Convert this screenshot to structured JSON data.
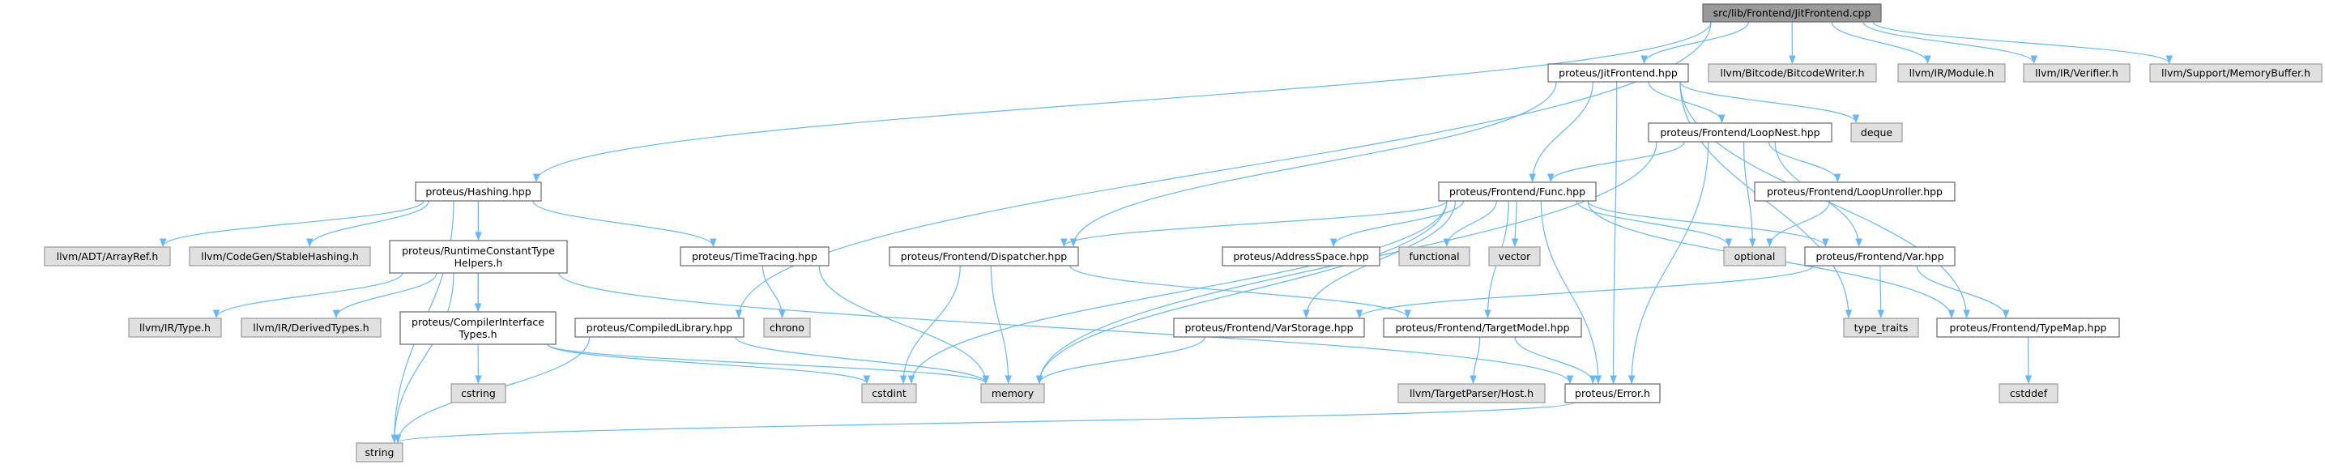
{
  "graph": {
    "edge_color": "#63b8ff",
    "nodes": [
      {
        "id": "root",
        "kind": "root",
        "lines": [
          "src/lib/Frontend/JitFrontend.cpp"
        ]
      },
      {
        "id": "jitfrontend_hpp",
        "kind": "file",
        "lines": [
          "proteus/JitFrontend.hpp"
        ]
      },
      {
        "id": "bitcodewriter",
        "kind": "ext",
        "lines": [
          "llvm/Bitcode/BitcodeWriter.h"
        ]
      },
      {
        "id": "module",
        "kind": "ext",
        "lines": [
          "llvm/IR/Module.h"
        ]
      },
      {
        "id": "verifier",
        "kind": "ext",
        "lines": [
          "llvm/IR/Verifier.h"
        ]
      },
      {
        "id": "memorybuffer",
        "kind": "ext",
        "lines": [
          "llvm/Support/MemoryBuffer.h"
        ]
      },
      {
        "id": "loopnest",
        "kind": "file",
        "lines": [
          "proteus/Frontend/LoopNest.hpp"
        ]
      },
      {
        "id": "deque",
        "kind": "ext",
        "lines": [
          "deque"
        ]
      },
      {
        "id": "func",
        "kind": "file",
        "lines": [
          "proteus/Frontend/Func.hpp"
        ]
      },
      {
        "id": "loopunroller",
        "kind": "file",
        "lines": [
          "proteus/Frontend/LoopUnroller.hpp"
        ]
      },
      {
        "id": "hashing",
        "kind": "file",
        "lines": [
          "proteus/Hashing.hpp"
        ]
      },
      {
        "id": "arrayref",
        "kind": "ext",
        "lines": [
          "llvm/ADT/ArrayRef.h"
        ]
      },
      {
        "id": "stablehashing",
        "kind": "ext",
        "lines": [
          "llvm/CodeGen/StableHashing.h"
        ]
      },
      {
        "id": "rcth",
        "kind": "file",
        "lines": [
          "proteus/RuntimeConstantType",
          "Helpers.h"
        ]
      },
      {
        "id": "timetracing",
        "kind": "file",
        "lines": [
          "proteus/TimeTracing.hpp"
        ]
      },
      {
        "id": "dispatcher",
        "kind": "file",
        "lines": [
          "proteus/Frontend/Dispatcher.hpp"
        ]
      },
      {
        "id": "addressspace",
        "kind": "file",
        "lines": [
          "proteus/AddressSpace.hpp"
        ]
      },
      {
        "id": "functional",
        "kind": "ext",
        "lines": [
          "functional"
        ]
      },
      {
        "id": "vector",
        "kind": "ext",
        "lines": [
          "vector"
        ]
      },
      {
        "id": "optional",
        "kind": "ext",
        "lines": [
          "optional"
        ]
      },
      {
        "id": "var",
        "kind": "file",
        "lines": [
          "proteus/Frontend/Var.hpp"
        ]
      },
      {
        "id": "type_h",
        "kind": "ext",
        "lines": [
          "llvm/IR/Type.h"
        ]
      },
      {
        "id": "derivedtypes",
        "kind": "ext",
        "lines": [
          "llvm/IR/DerivedTypes.h"
        ]
      },
      {
        "id": "cit",
        "kind": "file",
        "lines": [
          "proteus/CompilerInterface",
          "Types.h"
        ]
      },
      {
        "id": "compiledlibrary",
        "kind": "file",
        "lines": [
          "proteus/CompiledLibrary.hpp"
        ]
      },
      {
        "id": "chrono",
        "kind": "ext",
        "lines": [
          "chrono"
        ]
      },
      {
        "id": "varstorage",
        "kind": "file",
        "lines": [
          "proteus/Frontend/VarStorage.hpp"
        ]
      },
      {
        "id": "targetmodel",
        "kind": "file",
        "lines": [
          "proteus/Frontend/TargetModel.hpp"
        ]
      },
      {
        "id": "type_traits",
        "kind": "ext",
        "lines": [
          "type_traits"
        ]
      },
      {
        "id": "typemap",
        "kind": "file",
        "lines": [
          "proteus/Frontend/TypeMap.hpp"
        ]
      },
      {
        "id": "cstring",
        "kind": "ext",
        "lines": [
          "cstring"
        ]
      },
      {
        "id": "cstdint",
        "kind": "ext",
        "lines": [
          "cstdint"
        ]
      },
      {
        "id": "memory",
        "kind": "ext",
        "lines": [
          "memory"
        ]
      },
      {
        "id": "host",
        "kind": "ext",
        "lines": [
          "llvm/TargetParser/Host.h"
        ]
      },
      {
        "id": "error",
        "kind": "file",
        "lines": [
          "proteus/Error.h"
        ]
      },
      {
        "id": "cstddef",
        "kind": "ext",
        "lines": [
          "cstddef"
        ]
      },
      {
        "id": "string",
        "kind": "ext",
        "lines": [
          "string"
        ]
      }
    ],
    "edges": [
      [
        "root",
        "jitfrontend_hpp"
      ],
      [
        "root",
        "bitcodewriter"
      ],
      [
        "root",
        "module"
      ],
      [
        "root",
        "verifier"
      ],
      [
        "root",
        "memorybuffer"
      ],
      [
        "root",
        "hashing"
      ],
      [
        "root",
        "compiledlibrary"
      ],
      [
        "jitfrontend_hpp",
        "loopnest"
      ],
      [
        "jitfrontend_hpp",
        "deque"
      ],
      [
        "jitfrontend_hpp",
        "func"
      ],
      [
        "jitfrontend_hpp",
        "dispatcher"
      ],
      [
        "jitfrontend_hpp",
        "error"
      ],
      [
        "jitfrontend_hpp",
        "typemap"
      ],
      [
        "jitfrontend_hpp",
        "type_traits"
      ],
      [
        "loopnest",
        "func"
      ],
      [
        "loopnest",
        "memory"
      ],
      [
        "loopnest",
        "optional"
      ],
      [
        "loopnest",
        "loopunroller"
      ],
      [
        "loopnest",
        "var"
      ],
      [
        "loopnest",
        "error"
      ],
      [
        "loopunroller",
        "optional"
      ],
      [
        "func",
        "cstdint"
      ],
      [
        "func",
        "dispatcher"
      ],
      [
        "func",
        "memory"
      ],
      [
        "func",
        "varstorage"
      ],
      [
        "func",
        "addressspace"
      ],
      [
        "func",
        "functional"
      ],
      [
        "func",
        "vector"
      ],
      [
        "func",
        "optional"
      ],
      [
        "func",
        "var"
      ],
      [
        "func",
        "targetmodel"
      ],
      [
        "func",
        "error"
      ],
      [
        "func",
        "typemap"
      ],
      [
        "hashing",
        "string"
      ],
      [
        "hashing",
        "arrayref"
      ],
      [
        "hashing",
        "stablehashing"
      ],
      [
        "hashing",
        "rcth"
      ],
      [
        "hashing",
        "cit"
      ],
      [
        "hashing",
        "timetracing"
      ],
      [
        "rcth",
        "string"
      ],
      [
        "rcth",
        "type_h"
      ],
      [
        "rcth",
        "derivedtypes"
      ],
      [
        "rcth",
        "cit"
      ],
      [
        "rcth",
        "error"
      ],
      [
        "cit",
        "cstring"
      ],
      [
        "cit",
        "cstdint"
      ],
      [
        "cit",
        "memory"
      ],
      [
        "compiledlibrary",
        "string"
      ],
      [
        "compiledlibrary",
        "memory"
      ],
      [
        "timetracing",
        "chrono"
      ],
      [
        "timetracing",
        "memory"
      ],
      [
        "dispatcher",
        "cstdint"
      ],
      [
        "dispatcher",
        "memory"
      ],
      [
        "dispatcher",
        "targetmodel"
      ],
      [
        "var",
        "varstorage"
      ],
      [
        "var",
        "type_traits"
      ],
      [
        "var",
        "typemap"
      ],
      [
        "varstorage",
        "memory"
      ],
      [
        "targetmodel",
        "host"
      ],
      [
        "targetmodel",
        "error"
      ],
      [
        "error",
        "string"
      ],
      [
        "typemap",
        "cstddef"
      ]
    ]
  }
}
